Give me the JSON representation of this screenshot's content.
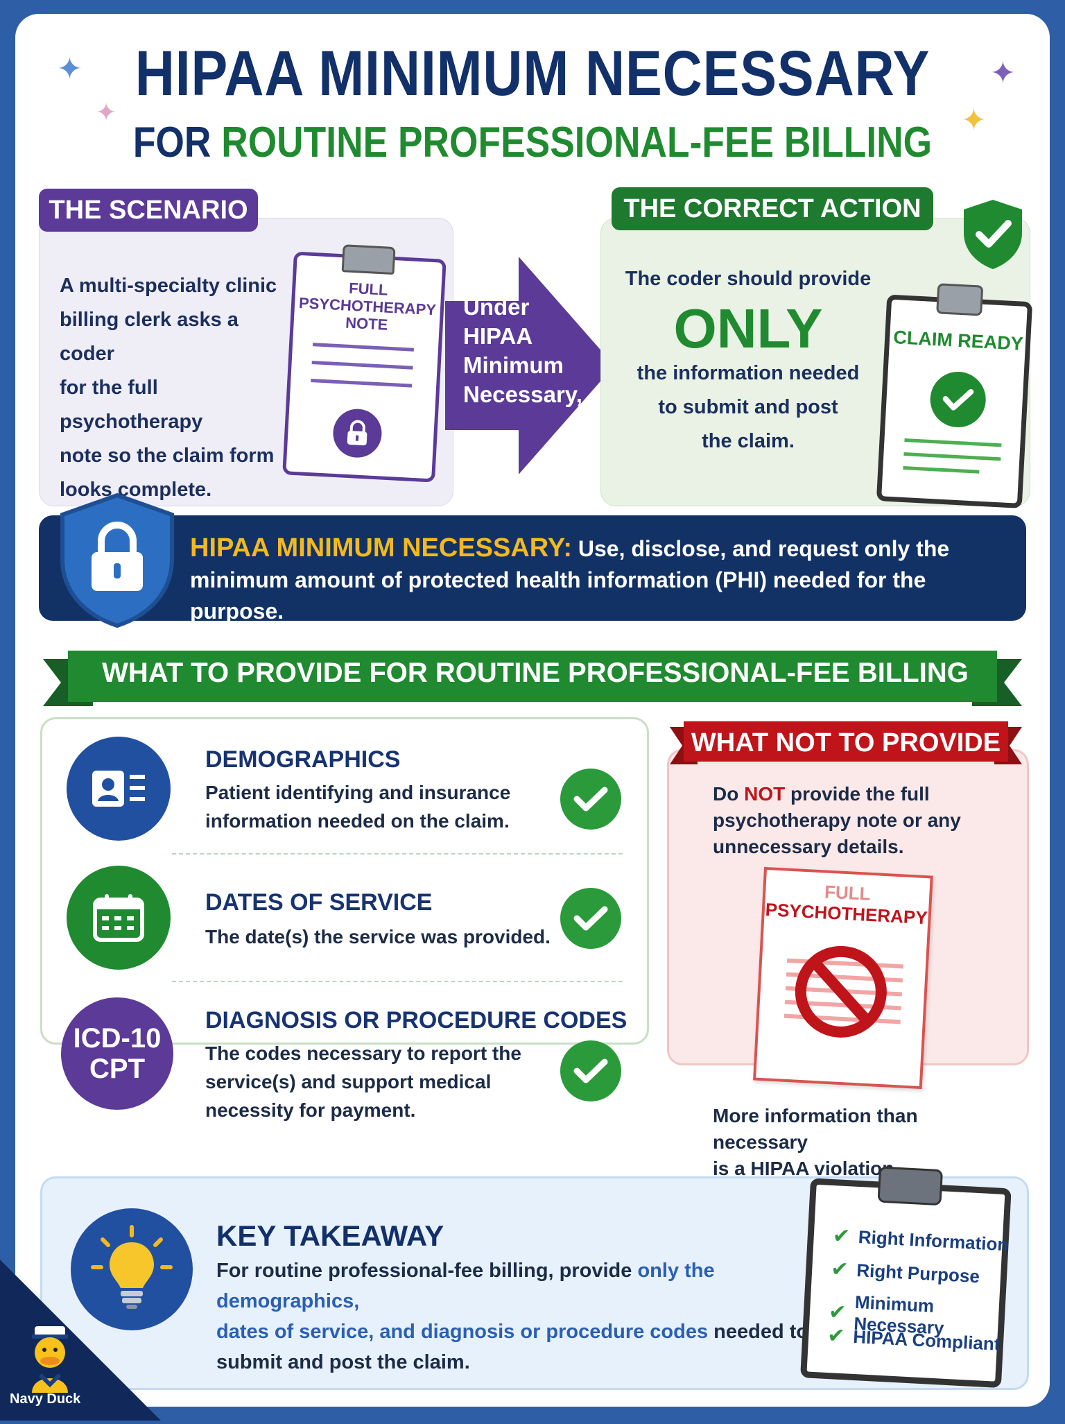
{
  "header": {
    "title_line1": "HIPAA MINIMUM NECESSARY",
    "title_line2_prefix": "FOR ",
    "title_line2_highlight": "ROUTINE PROFESSIONAL-FEE BILLING"
  },
  "scenario": {
    "label": "THE SCENARIO",
    "text_lines": [
      "A multi-specialty clinic",
      "billing clerk asks a coder",
      "for the full psychotherapy",
      "note so the claim form",
      "looks complete."
    ],
    "clipboard_lines": [
      "FULL",
      "PSYCHOTHERAPY",
      "NOTE"
    ]
  },
  "arrow": {
    "lines": [
      "Under",
      "HIPAA",
      "Minimum",
      "Necessary,"
    ]
  },
  "correct_action": {
    "label": "THE CORRECT ACTION",
    "intro": "The coder should provide",
    "emphasis": "ONLY",
    "lines": [
      "the information needed",
      "to submit and post",
      "the claim."
    ],
    "clipboard_label": "CLAIM READY"
  },
  "definition": {
    "term": "HIPAA MINIMUM NECESSARY:",
    "line1": "Use, disclose, and request only the",
    "line2": "minimum amount of protected health information (PHI) needed for the purpose."
  },
  "provide_section": {
    "ribbon": "WHAT TO PROVIDE FOR ROUTINE PROFESSIONAL-FEE BILLING",
    "items": [
      {
        "title": "DEMOGRAPHICS",
        "desc": [
          "Patient identifying and insurance",
          "information needed on the claim."
        ]
      },
      {
        "title": "DATES OF SERVICE",
        "desc": [
          "The date(s) the service was provided."
        ]
      },
      {
        "title": "DIAGNOSIS OR PROCEDURE CODES",
        "desc": [
          "The codes necessary to report the",
          "service(s) and support medical",
          "necessity for payment."
        ],
        "icon_lines": [
          "ICD-10",
          "CPT"
        ]
      }
    ]
  },
  "not_provide": {
    "label": "WHAT NOT TO PROVIDE",
    "pre": "Do ",
    "not": "NOT",
    "post1": " provide the full",
    "line2": "psychotherapy note or any",
    "line3": "unnecessary details.",
    "doc_lines": [
      "FULL",
      "PSYCHOTHERAPY"
    ],
    "footer1": "More information than necessary",
    "footer2": "is a HIPAA violation."
  },
  "takeaway": {
    "title": "KEY TAKEAWAY",
    "l1_plain": "For routine professional-fee billing, provide ",
    "l1_blue": "only the demographics,",
    "l2_blue": "dates of service, and diagnosis or procedure codes",
    "l2_plain": " needed to",
    "l3": "submit and post the claim.",
    "checklist": [
      "Right Information",
      "Right Purpose",
      "Minimum Necessary",
      "HIPAA Compliant"
    ]
  },
  "brand": {
    "name": "Navy Duck"
  },
  "colors": {
    "navy": "#123266",
    "purple": "#5b3a98",
    "green": "#1f8a2f",
    "red": "#c0141b",
    "gold": "#f5b91e"
  }
}
